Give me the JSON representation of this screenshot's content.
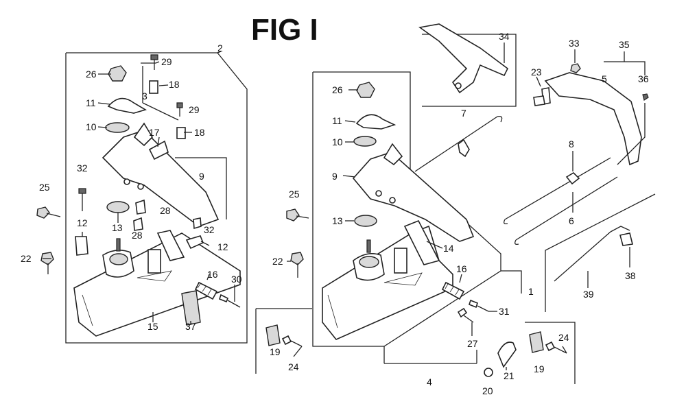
{
  "title": "FIG I",
  "callouts": [
    "2",
    "29",
    "26",
    "18",
    "11",
    "3",
    "29",
    "10",
    "17",
    "18",
    "32",
    "9",
    "25",
    "28",
    "12",
    "13",
    "28",
    "32",
    "12",
    "22",
    "16",
    "30",
    "15",
    "37",
    "26",
    "11",
    "10",
    "9",
    "25",
    "13",
    "14",
    "22",
    "16",
    "31",
    "1",
    "27",
    "19",
    "24",
    "4",
    "34",
    "7",
    "33",
    "35",
    "23",
    "5",
    "36",
    "8",
    "6",
    "38",
    "39",
    "21",
    "20",
    "19",
    "24"
  ]
}
